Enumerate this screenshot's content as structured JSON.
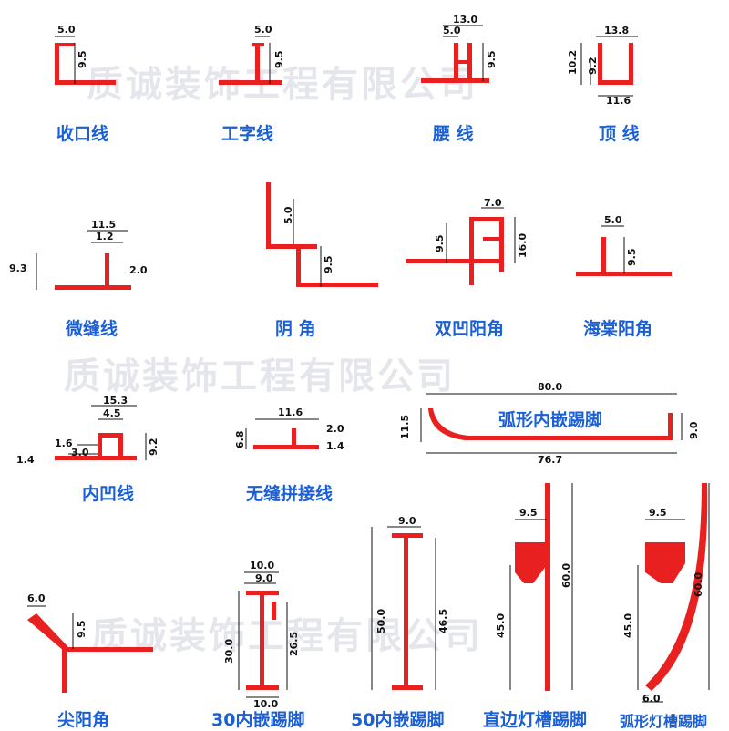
{
  "colors": {
    "profile": "#e8201f",
    "label": "#1a5fd6",
    "dim": "#111111",
    "watermark": "#cfd3dc"
  },
  "watermark": "质诚装饰工程有限公司",
  "profiles": [
    {
      "id": "shoukou",
      "label": "收口线",
      "dims": [
        "5.0",
        "9.5"
      ]
    },
    {
      "id": "gongzi",
      "label": "工字线",
      "dims": [
        "5.0",
        "9.5"
      ]
    },
    {
      "id": "yao",
      "label": "腰 线",
      "dims": [
        "13.0",
        "5.0",
        "9.5"
      ]
    },
    {
      "id": "ding",
      "label": "顶 线",
      "dims": [
        "13.8",
        "10.2",
        "9.2",
        "11.6"
      ]
    },
    {
      "id": "weifeng",
      "label": "微缝线",
      "dims": [
        "11.5",
        "1.2",
        "9.3",
        "2.0"
      ]
    },
    {
      "id": "yinjiao",
      "label": "阴 角",
      "dims": [
        "5.0",
        "9.5"
      ]
    },
    {
      "id": "shuangao",
      "label": "双凹阳角",
      "dims": [
        "7.0",
        "9.5",
        "16.0"
      ]
    },
    {
      "id": "haitang",
      "label": "海棠阳角",
      "dims": [
        "5.0",
        "9.5"
      ]
    },
    {
      "id": "neiao",
      "label": "内凹线",
      "dims": [
        "15.3",
        "4.5",
        "1.6",
        "3.0",
        "1.4",
        "9.2"
      ]
    },
    {
      "id": "wufeng",
      "label": "无缝拼接线",
      "dims": [
        "11.6",
        "2.0",
        "6.8",
        "1.4"
      ]
    },
    {
      "id": "huxing",
      "label": "弧形内嵌踢脚",
      "dims": [
        "80.0",
        "11.5",
        "9.0",
        "76.7"
      ]
    },
    {
      "id": "jianyang",
      "label": "尖阳角",
      "dims": [
        "6.0",
        "9.5"
      ]
    },
    {
      "id": "qian30",
      "label": "30内嵌踢脚",
      "dims": [
        "10.0",
        "9.0",
        "30.0",
        "26.5",
        "10.0"
      ]
    },
    {
      "id": "qian50",
      "label": "50内嵌踢脚",
      "dims": [
        "9.0",
        "50.0",
        "46.5"
      ]
    },
    {
      "id": "zhibian",
      "label": "直边灯槽踢脚",
      "dims": [
        "9.5",
        "45.0",
        "60.0"
      ]
    },
    {
      "id": "huxingdc",
      "label": "弧形灯槽踢脚",
      "dims": [
        "9.5",
        "45.0",
        "60.0",
        "6.0"
      ]
    }
  ]
}
